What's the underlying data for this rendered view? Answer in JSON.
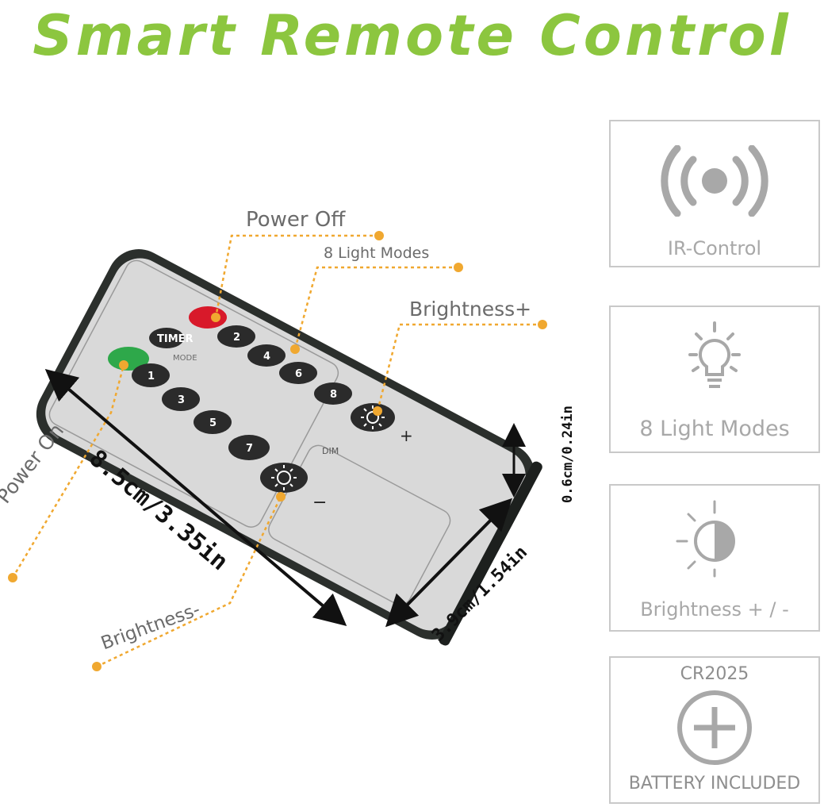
{
  "title": "Smart Remote Control",
  "callouts": {
    "power_off": "Power Off",
    "light_modes": "8 Light Modes",
    "brightness_plus": "Brightness+",
    "power_on": "Power On",
    "brightness_minus": "Brightness-"
  },
  "dimensions": {
    "length": "8.5cm/3.35in",
    "width": "3.9cm/1.54in",
    "thickness": "0.6cm/0.24in"
  },
  "remote": {
    "timer_key": "TIMER",
    "mode_label": "MODE",
    "dim_label": "DIM",
    "plus_sign": "+",
    "minus_sign": "−",
    "number_keys": [
      "1",
      "2",
      "3",
      "4",
      "5",
      "6",
      "7",
      "8"
    ]
  },
  "features": [
    {
      "label": "IR-Control",
      "icon": "ir-signal-icon"
    },
    {
      "label": "8 Light Modes",
      "icon": "light-bulb-icon"
    },
    {
      "label": "Brightness  + / -",
      "icon": "half-sun-icon"
    },
    {
      "top_label": "CR2025",
      "label": "BATTERY INCLUDED",
      "icon": "battery-plus-icon"
    }
  ],
  "colors": {
    "title": "#8cc63f",
    "callout_line": "#f0a830",
    "power_on_key": "#2ea84a",
    "power_off_key": "#d8192a",
    "remote_body": "#2b2f2c",
    "remote_face": "#d9d9d9"
  }
}
